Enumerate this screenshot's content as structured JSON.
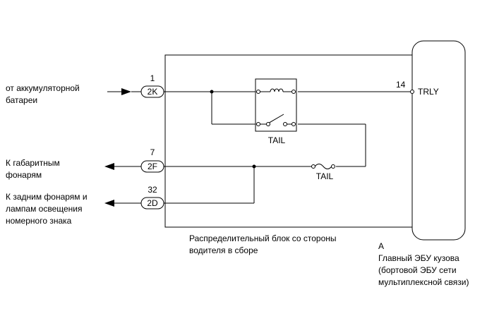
{
  "inputs": {
    "battery": [
      "от аккумуляторной",
      "батареи"
    ],
    "clearance": [
      "К габаритным",
      "фонарям"
    ],
    "rear": [
      "К задним фонарям и",
      "лампам освещения",
      "номерного знака"
    ]
  },
  "connectors": {
    "c1": {
      "pin": "1",
      "code": "2K"
    },
    "c2": {
      "pin": "7",
      "code": "2F"
    },
    "c3": {
      "pin": "32",
      "code": "2D"
    }
  },
  "relay": {
    "label": "TAIL"
  },
  "fuse": {
    "label": "TAIL"
  },
  "ecu_pin": {
    "number": "14",
    "name": "TRLY"
  },
  "junction_block": [
    "Распределительный блок со стороны",
    "водителя в сборе"
  ],
  "body_ecu": [
    "A",
    "Главный ЭБУ кузова",
    "(бортовой ЭБУ сети",
    "мультиплексной связи)"
  ]
}
